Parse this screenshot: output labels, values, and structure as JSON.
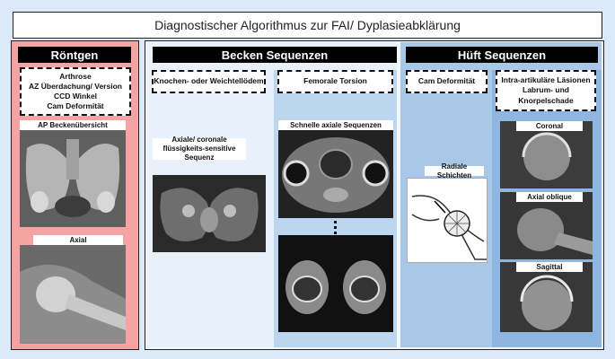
{
  "title": "Diagnostischer Algorithmus zur FAI/ Dyplasieabklärung",
  "rontgen": {
    "header": "Röntgen",
    "list": [
      "Arthrose",
      "AZ Überdachung/ Version",
      "CCD Winkel",
      "Cam Deformität"
    ],
    "ap_label": "AP Beckenübersicht",
    "axial_label": "Axial"
  },
  "becken": {
    "header": "Becken Sequenzen",
    "knochen_box": "Knochen- oder Weichtellödem",
    "torsion_box": "Femorale Torsion",
    "axiale_label": "Axiale/ coronale flüssigkeits-sensitive Sequenz",
    "schnelle_label": "Schnelle axiale Sequenzen"
  },
  "huft": {
    "header": "Hüft Sequenzen",
    "cam_box": "Cam Deformität",
    "intra_box": "Intra-artikuläre Läsionen Labrum- und Knorpelschade",
    "radiale_label": "Radiale Schichten",
    "coronal_label": "Coronal",
    "axial_oblique_label": "Axial oblique",
    "sagittal_label": "Sagittal"
  }
}
